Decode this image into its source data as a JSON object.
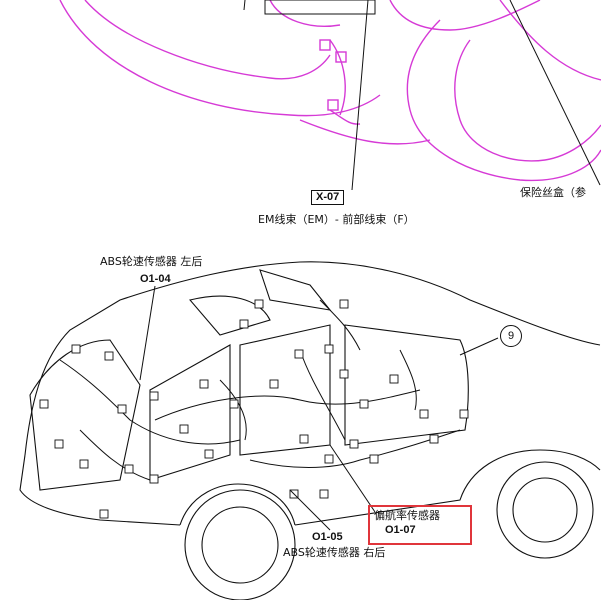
{
  "top_diagram": {
    "connector_code": "X-07",
    "fuse_label": "保险丝盒（参",
    "caption": "EM线束（EM）- 前部线束（F）"
  },
  "bottom_diagram": {
    "abs_left_rear_label": "ABS轮速传感器 左后",
    "abs_left_rear_code": "O1-04",
    "callout_number": "9",
    "yaw_sensor_label": "偏航率传感器",
    "yaw_sensor_code": "O1-07",
    "abs_right_rear_code": "O1-05",
    "abs_right_rear_label": "ABS轮速传感器 右后"
  },
  "colors": {
    "harness_magenta": "#d63ad6",
    "highlight_red": "#e0353b",
    "line_black": "#111111"
  }
}
